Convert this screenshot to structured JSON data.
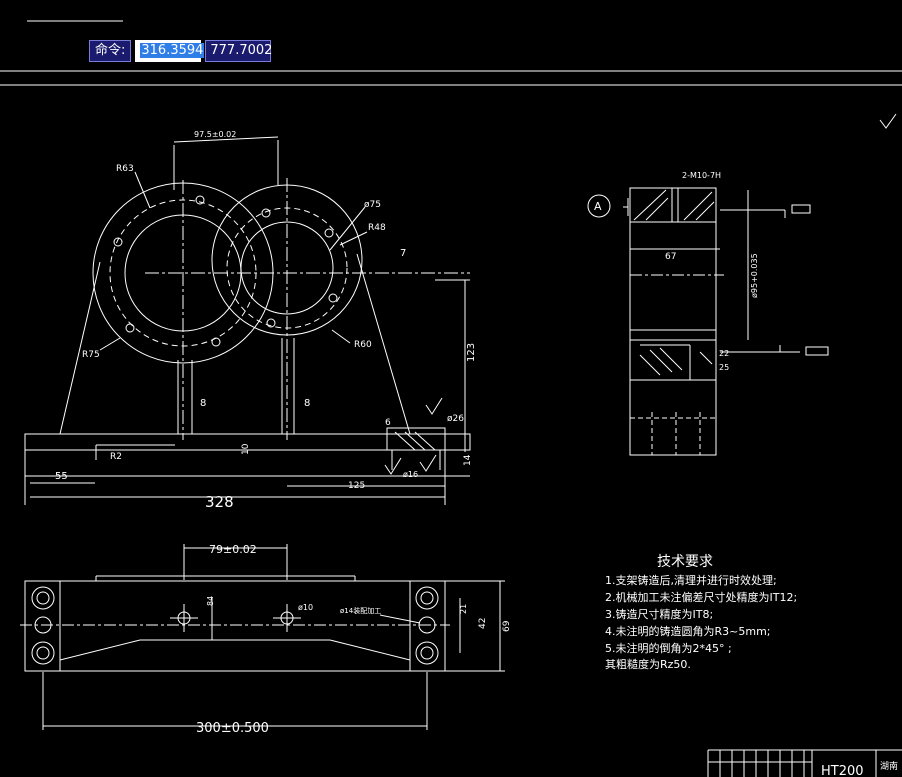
{
  "command_bar": {
    "prompt": "命令:",
    "x_value": "316.3594",
    "y_value": "777.7002"
  },
  "drawing": {
    "front_view": {
      "dim_center": "97.5±0.02",
      "r63": "R63",
      "phi75": "ø75",
      "r48": "R48",
      "r75": "R75",
      "r60": "R60",
      "d7": "7",
      "d123": "123",
      "d8a": "8",
      "d8b": "8",
      "d6": "6",
      "phi26": "ø26",
      "d10": "10",
      "d14": "14",
      "r2": "R2",
      "d55": "55",
      "d125": "125",
      "phi16": "ø16",
      "d328": "328"
    },
    "side_view": {
      "label_a": "A",
      "thread": "2-M10-7H",
      "d67": "67",
      "phi95": "ø95+0.035",
      "d22": "22",
      "d25": "25"
    },
    "plan_view": {
      "d79": "79±0.02",
      "d84": "84",
      "phi10": "ø10",
      "phi14": "ø14装配加工",
      "d21": "21",
      "d42": "42",
      "d69": "69",
      "d300": "300±0.500"
    },
    "tech_req": {
      "title": "技术要求",
      "lines": [
        "1.支架铸造后,清理并进行时效处理;",
        "2.机械加工未注偏差尺寸处精度为IT12;",
        "3.铸造尺寸精度为IT8;",
        "4.未注明的铸造圆角为R3~5mm;",
        "5.未注明的倒角为2*45°  ;",
        "  其粗糙度为Rz50."
      ]
    },
    "title_block": {
      "material": "HT200",
      "company": "湖南"
    }
  }
}
